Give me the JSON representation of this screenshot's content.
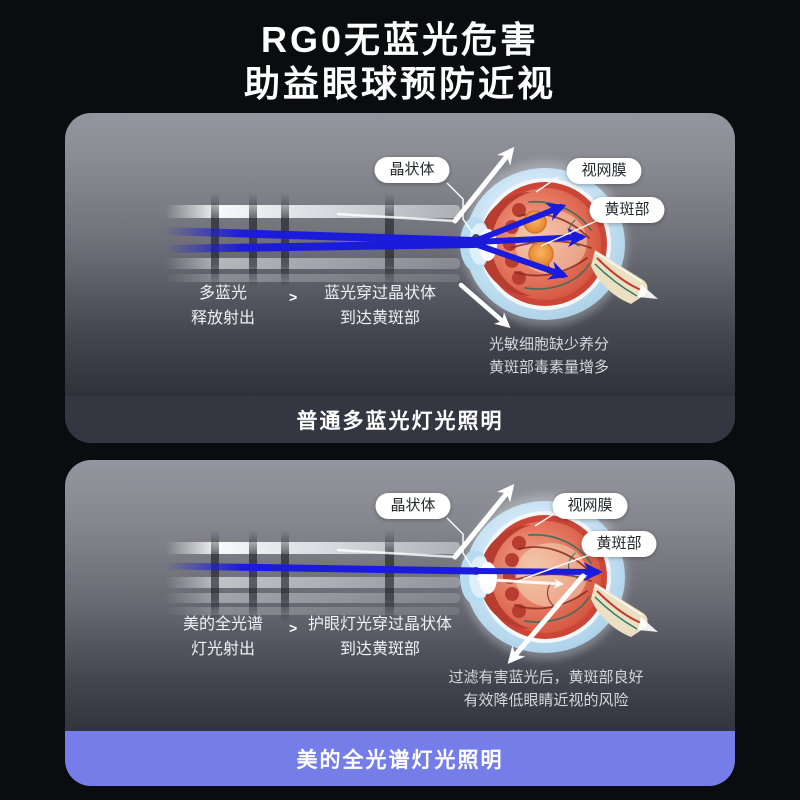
{
  "page": {
    "background_color": "#0b0c10",
    "title_line1": "RG0无蓝光危害",
    "title_line2": "助益眼球预防近视"
  },
  "colors": {
    "blue_ray": "#1b1bdb",
    "panel_footer_dark": "#343641",
    "panel_footer_purple": "#757de9",
    "label_pill_bg": "#ffffff",
    "label_pill_text": "#26282e"
  },
  "panels": [
    {
      "name": "ordinary-blue-light",
      "labels": {
        "lens": "晶状体",
        "retina": "视网膜",
        "macula": "黄斑部"
      },
      "step1": {
        "line1": "多蓝光",
        "line2": "释放射出"
      },
      "chevron": ">",
      "step2": {
        "line1": "蓝光穿过晶状体",
        "line2": "到达黄斑部"
      },
      "note": {
        "line1": "光敏细胞缺少养分",
        "line2": "黄斑部毒素量增多"
      },
      "footer": "普通多蓝光灯光照明"
    },
    {
      "name": "midea-full-spectrum",
      "labels": {
        "lens": "晶状体",
        "retina": "视网膜",
        "macula": "黄斑部"
      },
      "step1": {
        "line1": "美的全光谱",
        "line2": "灯光射出"
      },
      "chevron": ">",
      "step2": {
        "line1": "护眼灯光穿过晶状体",
        "line2": "到达黄斑部"
      },
      "note": {
        "line1": "过滤有害蓝光后，黄斑部良好",
        "line2": "有效降低眼睛近视的风险"
      },
      "footer": "美的全光谱灯光照明"
    }
  ]
}
